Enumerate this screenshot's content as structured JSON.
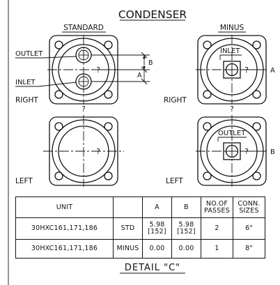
{
  "title": "CONDENSER",
  "views": {
    "standard": {
      "heading": "STANDARD",
      "outlet": "OUTLET",
      "inlet": "INLET",
      "right": "RIGHT",
      "left": "LEFT",
      "dim_b": "B",
      "dim_a": "A"
    },
    "minus": {
      "heading": "MINUS",
      "inlet": "INLET",
      "outlet": "OUTLET",
      "right": "RIGHT",
      "left": "LEFT",
      "label_a": "A",
      "label_b": "B"
    }
  },
  "center_mark": "?",
  "table": {
    "headers": {
      "unit": "UNIT",
      "type": "",
      "a": "A",
      "b": "B",
      "passes_l1": "NO.OF",
      "passes_l2": "PASSES",
      "conn_l1": "CONN.",
      "conn_l2": "SIZES"
    },
    "rows": [
      {
        "unit": "30HXC161,171,186",
        "type": "STD",
        "a_in": "5.98",
        "a_mm": "[152]",
        "b_in": "5.98",
        "b_mm": "[152]",
        "passes": "2",
        "conn": "6\""
      },
      {
        "unit": "30HXC161,171,186",
        "type": "MINUS",
        "a": "0.00",
        "b": "0.00",
        "passes": "1",
        "conn": "8\""
      }
    ]
  },
  "detail_label": "DETAIL \"C\""
}
